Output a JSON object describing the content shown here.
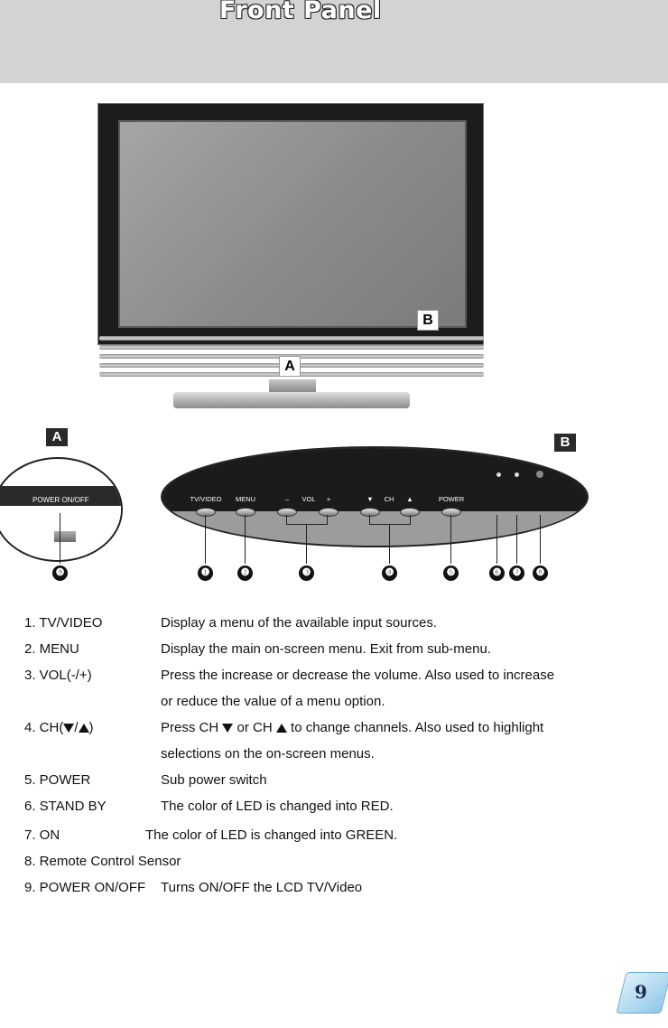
{
  "header": {
    "title": "Front Panel"
  },
  "tv": {
    "marker_a": "A",
    "marker_b": "B"
  },
  "detail": {
    "callout_a": "A",
    "callout_b": "B",
    "switch_label": "POWER ON/OFF",
    "buttons": [
      {
        "label": "TV/VIDEO"
      },
      {
        "label": "MENU"
      },
      {
        "label": "–"
      },
      {
        "label": "VOL"
      },
      {
        "label": "+"
      },
      {
        "label": "▼"
      },
      {
        "label": "CH"
      },
      {
        "label": "▲"
      },
      {
        "label": "POWER"
      }
    ],
    "numbers": [
      "❾",
      "❶",
      "❷",
      "❸",
      "❹",
      "❺",
      "❻",
      "❼",
      "❽"
    ]
  },
  "items": [
    {
      "term": "1. TV/VIDEO",
      "lines": [
        "Display a menu of the available input sources."
      ]
    },
    {
      "term": "2. MENU",
      "lines": [
        "Display the main on-screen menu. Exit from sub-menu."
      ]
    },
    {
      "term": "3. VOL(-/+)",
      "lines": [
        "Press the increase or decrease the volume. Also used to increase",
        "or reduce the value of a menu option."
      ]
    },
    {
      "term_pre": "4. CH(",
      "term_mid": "/",
      "term_post": ")",
      "line1_a": "Press CH ",
      "line1_b": " or CH ",
      "line1_c": " to change channels. Also used to highlight",
      "line2": "selections on the on-screen menus."
    },
    {
      "term": "5. POWER",
      "lines": [
        "Sub power switch"
      ]
    },
    {
      "term": "6. STAND BY",
      "lines": [
        "The color of LED is changed into RED."
      ]
    },
    {
      "term": "7. ON",
      "lines": [
        "The color of LED is changed into GREEN."
      ]
    },
    {
      "term": "8. Remote Control Sensor",
      "lines": []
    },
    {
      "term": "9. POWER ON/OFF",
      "lines": [
        "Turns ON/OFF the LCD TV/Video"
      ]
    }
  ],
  "page": {
    "number": "9"
  }
}
